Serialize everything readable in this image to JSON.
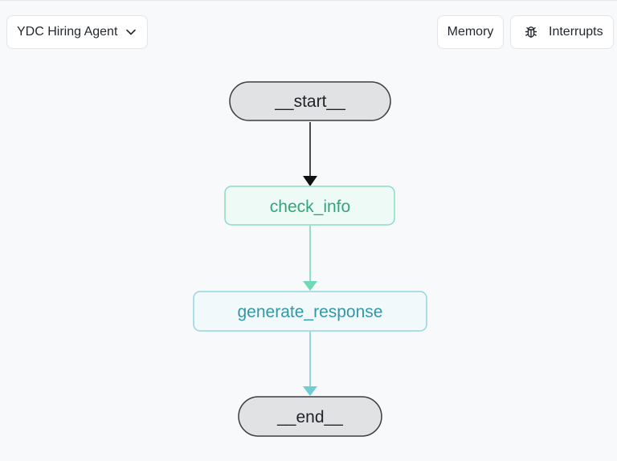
{
  "toolbar": {
    "graph_selector": "YDC Hiring Agent",
    "memory_label": "Memory",
    "interrupts_label": "Interrupts"
  },
  "graph": {
    "nodes": {
      "start": "__start__",
      "check_info": "check_info",
      "generate_response": "generate_response",
      "end": "__end__"
    }
  },
  "colors": {
    "terminal_fill": "#e1e2e4",
    "terminal_stroke": "#3a3d42",
    "check_info_text": "#2fa77a",
    "check_info_border": "#8ddcbf",
    "check_info_fill": "#eefaf5",
    "generate_response_text": "#3397a6",
    "generate_response_border": "#93d6df",
    "generate_response_fill": "#f1f9fb",
    "edge_dark": "#111111",
    "edge_green": "#6fd8b4",
    "edge_teal": "#6fcdd6"
  }
}
